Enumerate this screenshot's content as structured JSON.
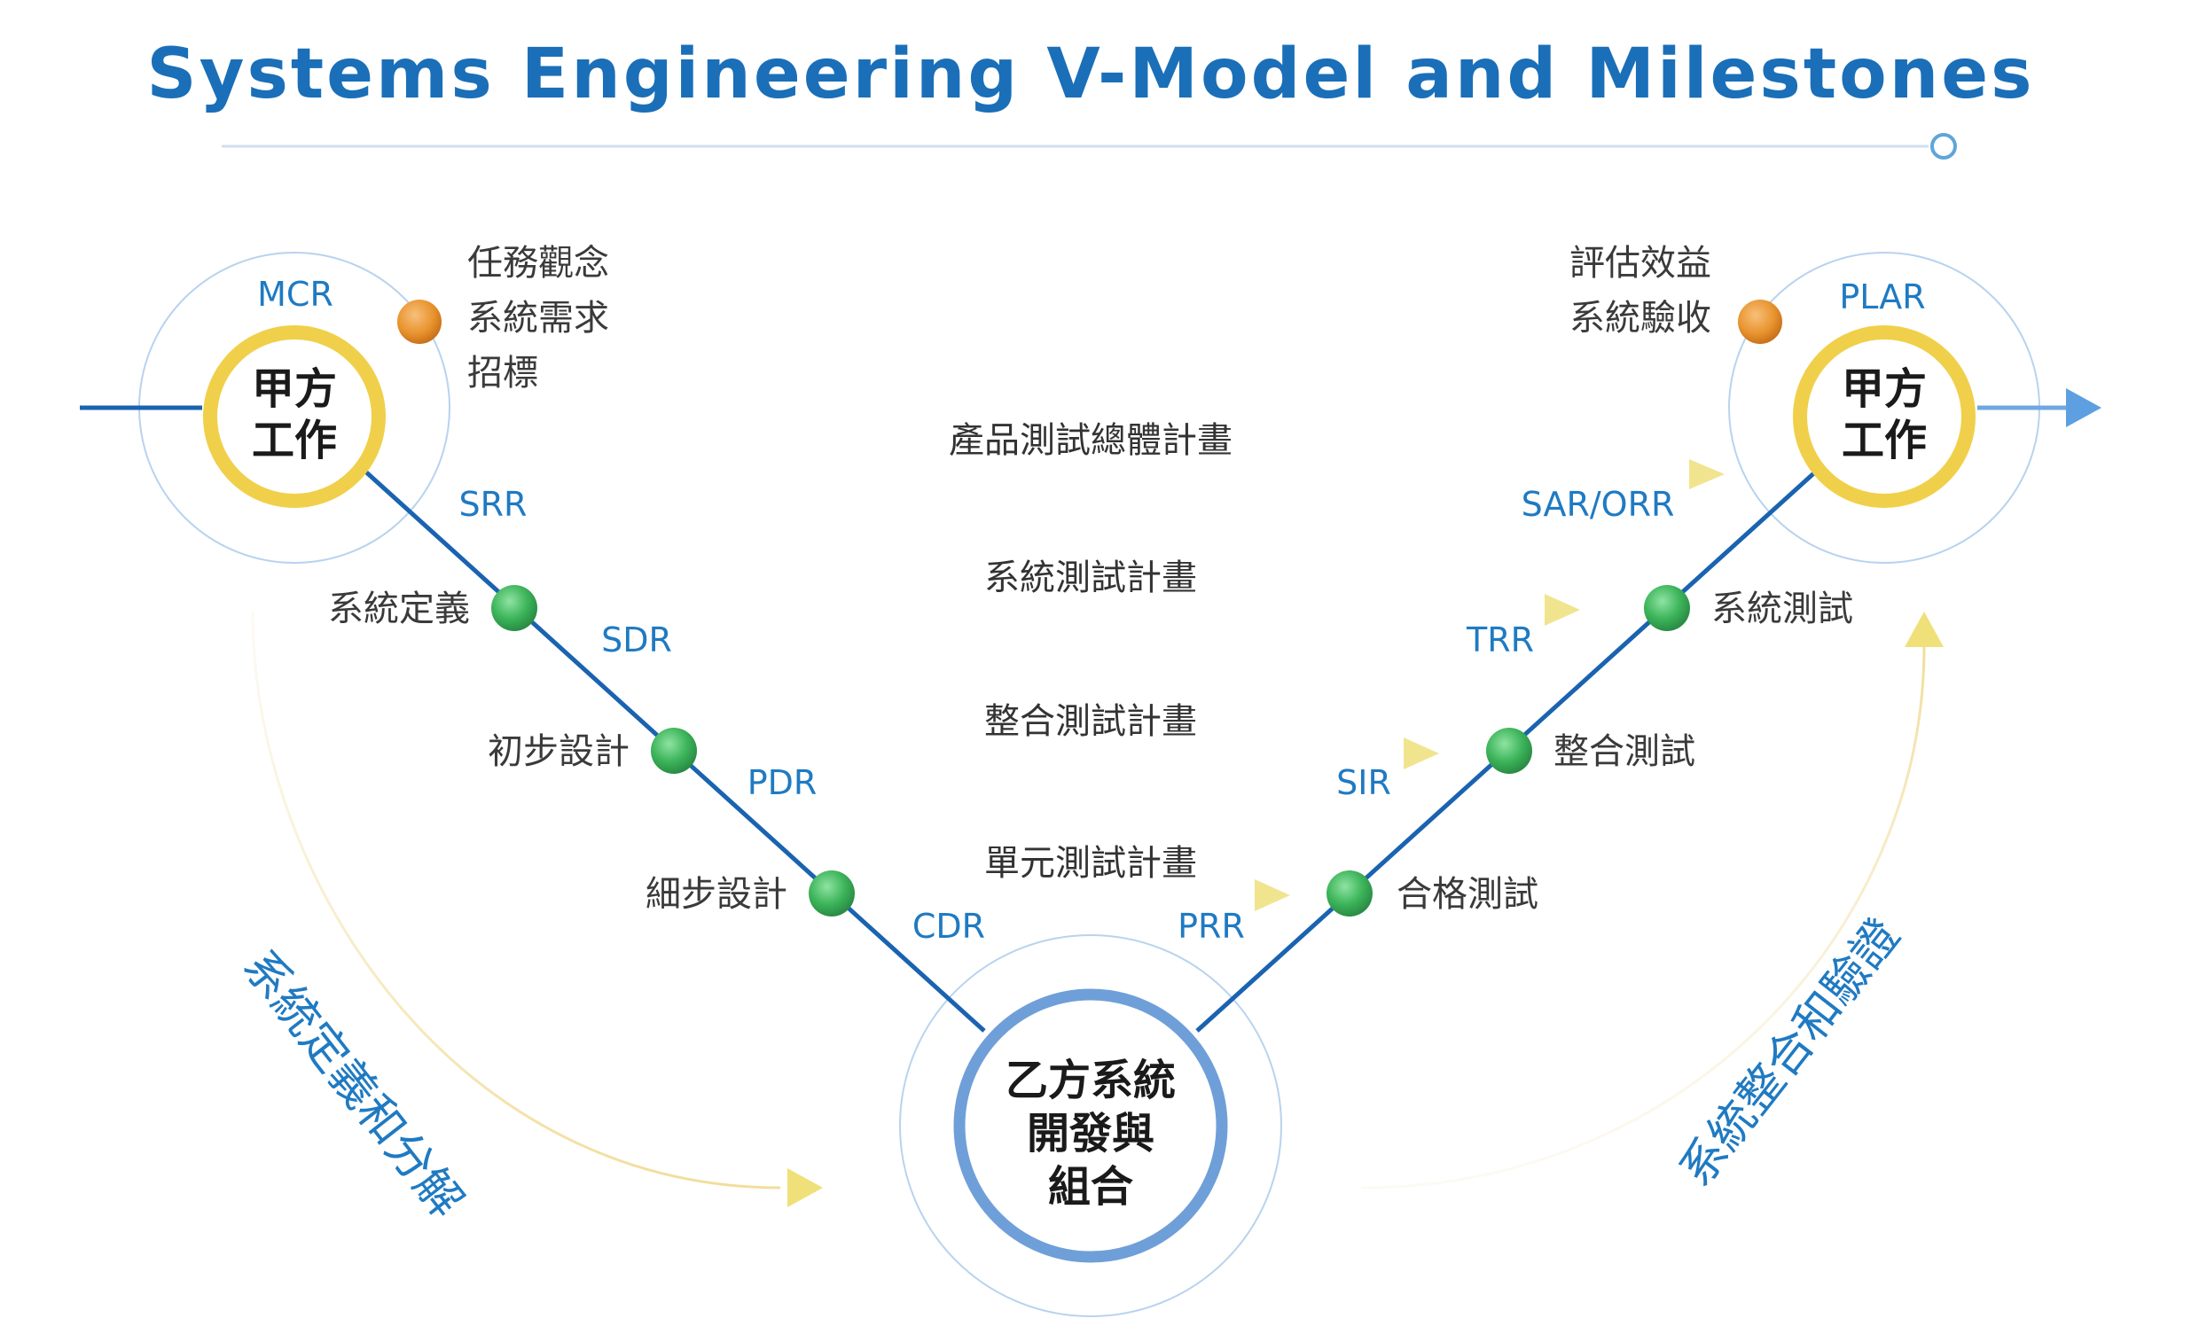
{
  "title": "Systems Engineering V-Model and Milestones",
  "colors": {
    "title_blue": "#1a6fb8",
    "v_line": "#1a63b0",
    "milestone_text": "#1f7ac2",
    "label_text": "#3a3a3a",
    "node_green": "#3cb45a",
    "node_orange": "#e8932e",
    "ring_gold": "#f0d04a",
    "ring_blue": "#6f9fd8",
    "arrow_yellow": "#f3e48a",
    "thin_circle": "#a9c9ea"
  },
  "left_hub": {
    "milestone": "MCR",
    "center_line1": "甲方",
    "center_line2": "工作",
    "notes": [
      "任務觀念",
      "系統需求",
      "招標"
    ]
  },
  "right_hub": {
    "milestone": "PLAR",
    "center_line1": "甲方",
    "center_line2": "工作",
    "notes": [
      "評估效益",
      "系統驗收"
    ]
  },
  "bottom_hub": {
    "line1": "乙方系統",
    "line2": "開發與",
    "line3": "組合"
  },
  "left_nodes": [
    {
      "label": "系統定義",
      "milestone_above": "SRR",
      "milestone_below": "SDR"
    },
    {
      "label": "初步設計",
      "milestone_below": "PDR"
    },
    {
      "label": "細步設計",
      "milestone_below": "CDR"
    }
  ],
  "right_nodes": [
    {
      "label": "系統測試",
      "milestone_above": "SAR/ORR",
      "milestone_below": "TRR"
    },
    {
      "label": "整合測試",
      "milestone_below": "SIR"
    },
    {
      "label": "合格測試",
      "milestone_below": "PRR"
    }
  ],
  "test_plans": [
    "產品測試總體計畫",
    "系統測試計畫",
    "整合測試計畫",
    "單元測試計畫"
  ],
  "side_labels": {
    "left": "系統定義和分解",
    "right": "系統整合和驗證"
  },
  "icons": [
    "flow-arrow-icon",
    "milestone-dot-icon"
  ]
}
